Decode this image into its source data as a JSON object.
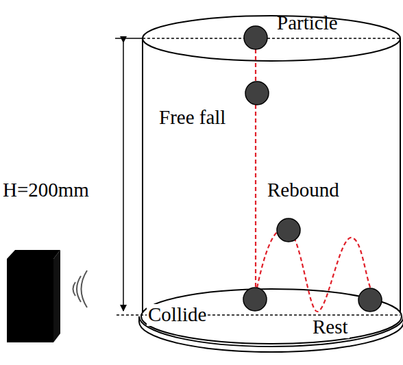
{
  "diagram": {
    "labels": [
      "Particle",
      "Free fall",
      "H=200mm",
      "Rebound",
      "Collide",
      "Rest"
    ]
  }
}
